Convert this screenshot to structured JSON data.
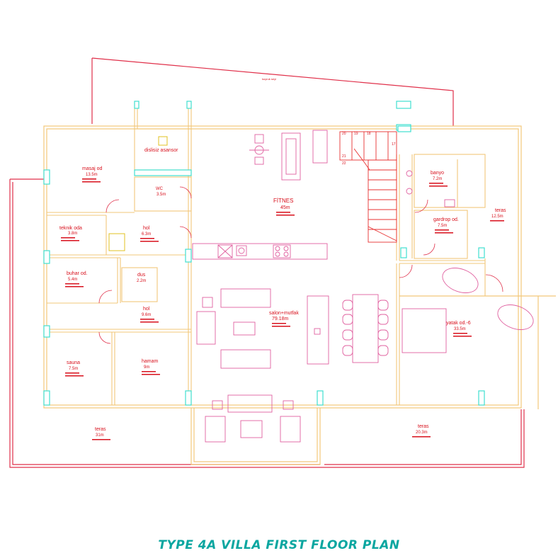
{
  "colors": {
    "wall": "#f2c77a",
    "outline": "#e0304a",
    "furniture": "#e0609f",
    "label": "#d8101c",
    "column": "#40e0d0",
    "title": "#0aa6a0",
    "stair": "#e83030"
  },
  "title": "TYPE 4A VILLA FIRST FLOOR PLAN",
  "roof_label": "kuyruk seyi",
  "rooms": [
    {
      "id": "masaj",
      "name": "masaj od",
      "area": "13.5m"
    },
    {
      "id": "asansor",
      "name": "dislisiz asansor",
      "area": ""
    },
    {
      "id": "wc",
      "name": "WC",
      "area": "3.5m"
    },
    {
      "id": "teknik",
      "name": "teknik oda",
      "area": "3.8m"
    },
    {
      "id": "hol1",
      "name": "hol",
      "area": "6.3m"
    },
    {
      "id": "buhar",
      "name": "buhar od.",
      "area": "5.4m"
    },
    {
      "id": "dus",
      "name": "dus",
      "area": "2.2m"
    },
    {
      "id": "hol2",
      "name": "hol",
      "area": "9.6m"
    },
    {
      "id": "sauna",
      "name": "sauna",
      "area": "7.5m"
    },
    {
      "id": "hamam",
      "name": "hamam",
      "area": "9m"
    },
    {
      "id": "fitnes",
      "name": "FİTNES",
      "area": "45m"
    },
    {
      "id": "salon",
      "name": "salon+mutfak",
      "area": "79.18m"
    },
    {
      "id": "banyo",
      "name": "banyo",
      "area": "7.2m"
    },
    {
      "id": "gardrop",
      "name": "gardrop od.",
      "area": "7.5m"
    },
    {
      "id": "teras_r",
      "name": "teras",
      "area": "12.5m"
    },
    {
      "id": "yatak",
      "name": "yatak od.-6",
      "area": "33.5m"
    },
    {
      "id": "teras_bl",
      "name": "teras",
      "area": "31m"
    },
    {
      "id": "teras_br",
      "name": "teras",
      "area": "20.3m"
    }
  ],
  "stair_numbers": [
    "20",
    "19",
    "18",
    "17",
    "21",
    "22"
  ]
}
